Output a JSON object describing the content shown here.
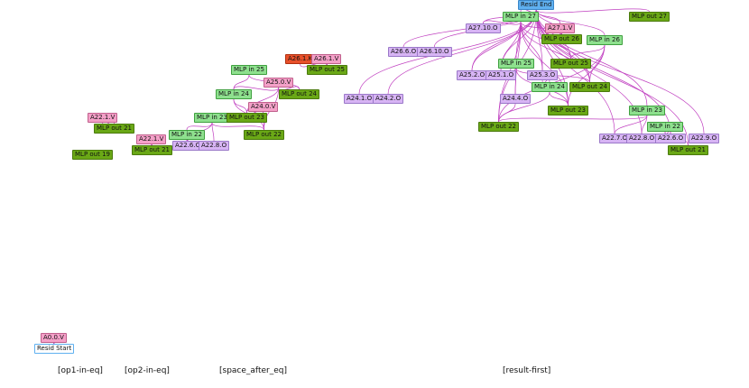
{
  "colors": {
    "edge": "#c040c0",
    "resid": "#5fb0f0",
    "mlp_in": "#8ee08e",
    "mlp_out": "#6aa816",
    "attn_v": "#f4a0c8",
    "attn_o": "#d7b4f4",
    "attn_k": "#e8502a"
  },
  "nodes": {
    "resid_end": {
      "label": "Resid End",
      "type": "resid"
    },
    "resid_start": {
      "label": "Resid Start",
      "type": "resid_plain"
    },
    "a0_0_v": {
      "label": "A0.0.V",
      "type": "attn_v"
    },
    "a22_1_v_a": {
      "label": "A22.1.V",
      "type": "attn_v"
    },
    "mlp_out_21_a": {
      "label": "MLP out 21",
      "type": "mlp_out"
    },
    "mlp_out_19": {
      "label": "MLP out 19",
      "type": "mlp_out"
    },
    "a22_1_v_b": {
      "label": "A22.1.V",
      "type": "attn_v"
    },
    "mlp_out_21_b": {
      "label": "MLP out 21",
      "type": "mlp_out"
    },
    "mlp_in_22_a": {
      "label": "MLP in 22",
      "type": "mlp_in"
    },
    "a22_6_o_a": {
      "label": "A22.6.O",
      "type": "attn_o"
    },
    "a22_8_o_a": {
      "label": "A22.8.O",
      "type": "attn_o"
    },
    "mlp_in_23_a": {
      "label": "MLP in 23",
      "type": "mlp_in"
    },
    "mlp_out_23_a": {
      "label": "MLP out 23",
      "type": "mlp_out"
    },
    "mlp_out_22_a": {
      "label": "MLP out 22",
      "type": "mlp_out"
    },
    "mlp_in_24_a": {
      "label": "MLP in 24",
      "type": "mlp_in"
    },
    "a24_0_v": {
      "label": "A24.0.V",
      "type": "attn_v"
    },
    "a25_0_v": {
      "label": "A25.0.V",
      "type": "attn_v"
    },
    "mlp_in_25_a": {
      "label": "MLP in 25",
      "type": "mlp_in"
    },
    "mlp_out_24_a": {
      "label": "MLP out 24",
      "type": "mlp_out"
    },
    "a26_1_k": {
      "label": "A26.1.K",
      "type": "attn_k"
    },
    "a26_1_v": {
      "label": "A26.1.V",
      "type": "attn_v"
    },
    "mlp_out_25_a": {
      "label": "MLP out 25",
      "type": "mlp_out"
    },
    "a24_1_o": {
      "label": "A24.1.O",
      "type": "attn_o"
    },
    "a24_2_o": {
      "label": "A24.2.O",
      "type": "attn_o"
    },
    "a26_6_o": {
      "label": "A26.6.O",
      "type": "attn_o"
    },
    "a26_10_o": {
      "label": "A26.10.O",
      "type": "attn_o"
    },
    "a27_10_o": {
      "label": "A27.10.O",
      "type": "attn_o"
    },
    "mlp_in_27": {
      "label": "MLP in 27",
      "type": "mlp_in"
    },
    "a27_1_v": {
      "label": "A27.1.V",
      "type": "attn_v"
    },
    "mlp_out_26": {
      "label": "MLP out 26",
      "type": "mlp_out"
    },
    "mlp_out_27": {
      "label": "MLP out 27",
      "type": "mlp_out"
    },
    "mlp_in_26": {
      "label": "MLP in 26",
      "type": "mlp_in"
    },
    "mlp_in_25_b": {
      "label": "MLP in 25",
      "type": "mlp_in"
    },
    "mlp_out_25_b": {
      "label": "MLP out 25",
      "type": "mlp_out"
    },
    "a25_2_o": {
      "label": "A25.2.O",
      "type": "attn_o"
    },
    "a25_1_o": {
      "label": "A25.1.O",
      "type": "attn_o"
    },
    "a25_3_o": {
      "label": "A25.3.O",
      "type": "attn_o"
    },
    "mlp_in_24_b": {
      "label": "MLP in 24",
      "type": "mlp_in"
    },
    "mlp_out_24_b": {
      "label": "MLP out 24",
      "type": "mlp_out"
    },
    "a24_4_o": {
      "label": "A24.4.O",
      "type": "attn_o"
    },
    "mlp_out_23_b": {
      "label": "MLP out 23",
      "type": "mlp_out"
    },
    "mlp_out_22_b": {
      "label": "MLP out 22",
      "type": "mlp_out"
    },
    "mlp_in_23_b": {
      "label": "MLP in 23",
      "type": "mlp_in"
    },
    "mlp_in_22_b": {
      "label": "MLP in 22",
      "type": "mlp_in"
    },
    "a22_7_o": {
      "label": "A22.7.O",
      "type": "attn_o"
    },
    "a22_8_o_b": {
      "label": "A22.8.O",
      "type": "attn_o"
    },
    "a22_6_o_b": {
      "label": "A22.6.O",
      "type": "attn_o"
    },
    "a22_9_o": {
      "label": "A22.9.O",
      "type": "attn_o"
    },
    "mlp_out_21_c": {
      "label": "MLP out 21",
      "type": "mlp_out"
    }
  },
  "column_labels": {
    "op1": "[op1-in-eq]",
    "op2": "[op2-in-eq]",
    "space": "[space_after_eq]",
    "result": "[result-first]"
  }
}
